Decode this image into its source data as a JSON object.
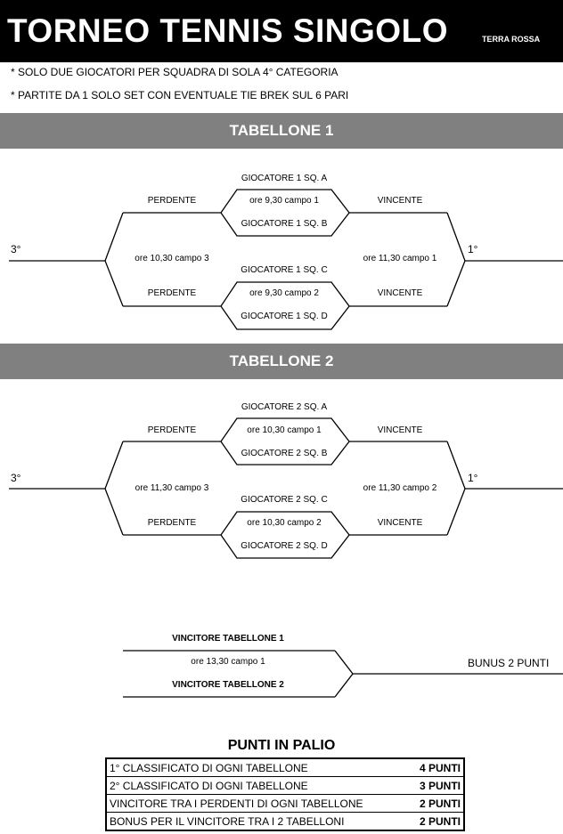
{
  "header": {
    "title": "TORNEO TENNIS SINGOLO",
    "subtitle": "TERRA ROSSA"
  },
  "notes": [
    "* SOLO DUE GIOCATORI PER SQUADRA DI SOLA 4° CATEGORIA",
    "* PARTITE DA 1 SOLO SET CON EVENTUALE TIE BREK SUL 6 PARI"
  ],
  "board1": {
    "title": "TABELLONE 1",
    "p1": "GIOCATORE 1 SQ. A",
    "p2": "GIOCATORE 1 SQ. B",
    "p3": "GIOCATORE 1 SQ. C",
    "p4": "GIOCATORE 1 SQ. D",
    "time_top": "ore 9,30 campo 1",
    "time_bottom": "ore 9,30 campo 2",
    "time_left": "ore 10,30 campo 3",
    "time_right": "ore 11,30 campo 1",
    "loser_top": "PERDENTE",
    "loser_bottom": "PERDENTE",
    "winner_top": "VINCENTE",
    "winner_bottom": "VINCENTE",
    "third": "3°",
    "first": "1°"
  },
  "board2": {
    "title": "TABELLONE 2",
    "p1": "GIOCATORE 2 SQ. A",
    "p2": "GIOCATORE 2 SQ. B",
    "p3": "GIOCATORE 2 SQ. C",
    "p4": "GIOCATORE 2 SQ. D",
    "time_top": "ore 10,30 campo 1",
    "time_bottom": "ore 10,30 campo 2",
    "time_left": "ore 11,30 campo 3",
    "time_right": "ore 11,30 campo 2",
    "loser_top": "PERDENTE",
    "loser_bottom": "PERDENTE",
    "winner_top": "VINCENTE",
    "winner_bottom": "VINCENTE",
    "third": "3°",
    "first": "1°"
  },
  "final": {
    "top": "VINCITORE TABELLONE 1",
    "bottom": "VINCITORE TABELLONE 2",
    "time": "ore 13,30 campo 1",
    "bonus": "BUNUS 2 PUNTI"
  },
  "prizes": {
    "title": "PUNTI IN PALIO",
    "rows": [
      {
        "label": "1° CLASSIFICATO DI OGNI TABELLONE",
        "points": "4 PUNTI"
      },
      {
        "label": "2° CLASSIFICATO DI OGNI TABELLONE",
        "points": "3 PUNTI"
      },
      {
        "label": "VINCITORE TRA I PERDENTI DI OGNI TABELLONE",
        "points": "2 PUNTI"
      },
      {
        "label": "BONUS PER IL VINCITORE TRA I 2 TABELLONI",
        "points": "2 PUNTI"
      }
    ]
  }
}
